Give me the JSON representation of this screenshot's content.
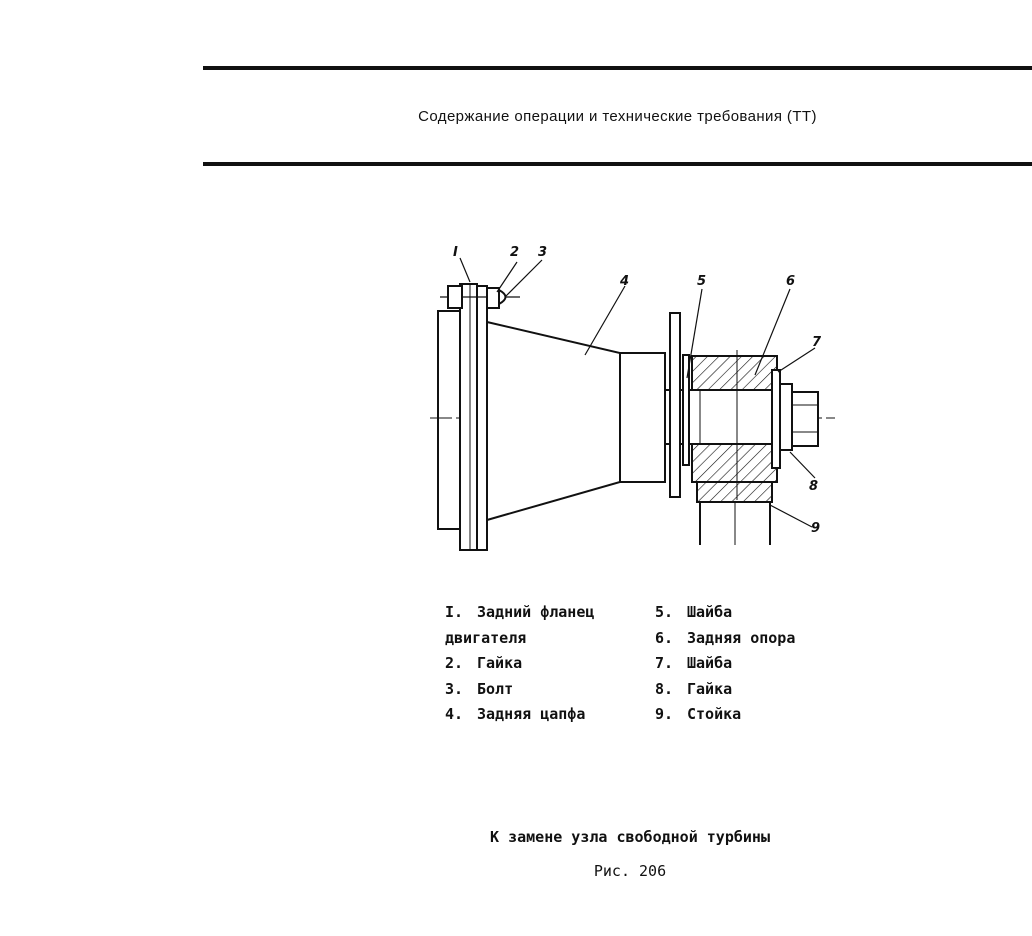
{
  "header": {
    "title": "Содержание операции и технические требования (ТТ)"
  },
  "drawing": {
    "callouts": [
      "I",
      "2",
      "3",
      "4",
      "5",
      "6",
      "7",
      "8",
      "9"
    ]
  },
  "legend": {
    "items": [
      {
        "num": "I.",
        "text": "Задний фланец",
        "continuation": "двигателя"
      },
      {
        "num": "2.",
        "text": "Гайка"
      },
      {
        "num": "3.",
        "text": "Болт"
      },
      {
        "num": "4.",
        "text": "Задняя цапфа"
      },
      {
        "num": "5.",
        "text": "Шайба"
      },
      {
        "num": "6.",
        "text": "Задняя опора"
      },
      {
        "num": "7.",
        "text": "Шайба"
      },
      {
        "num": "8.",
        "text": "Гайка"
      },
      {
        "num": "9.",
        "text": "Стойка"
      }
    ]
  },
  "caption": {
    "title": "К замене узла свободной турбины",
    "figure": "Рис. 206"
  }
}
